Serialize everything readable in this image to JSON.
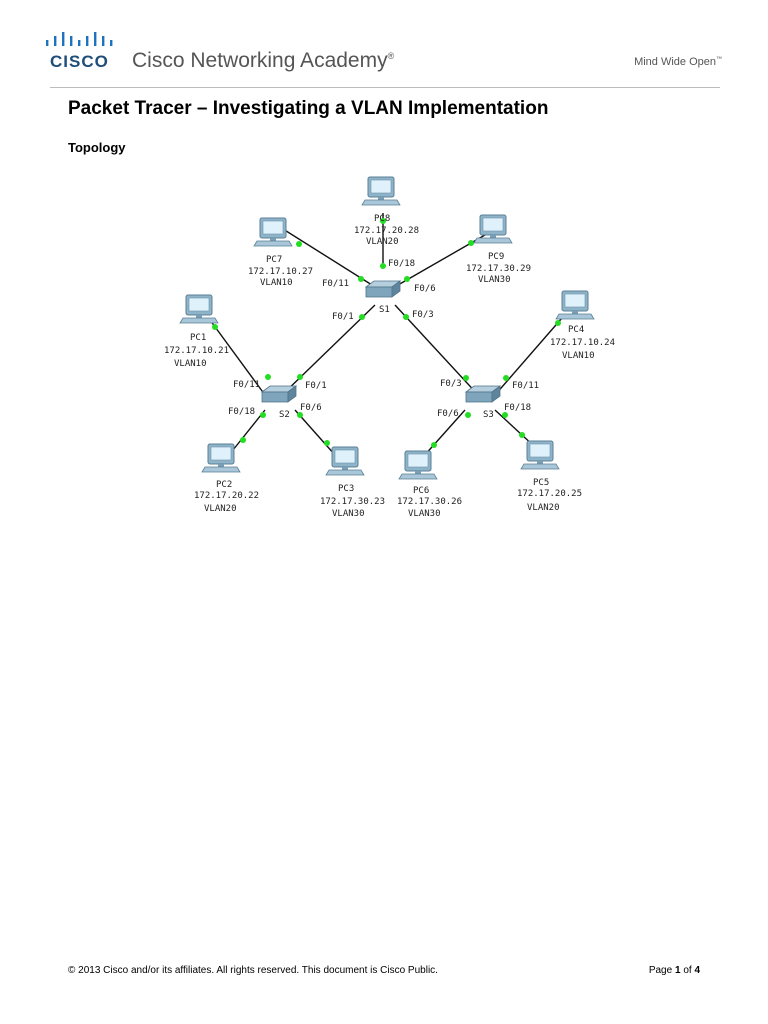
{
  "header": {
    "logo_text": "CISCO",
    "academy_title": "Cisco Networking Academy",
    "registered_mark": "®",
    "tagline": "Mind Wide Open",
    "tagline_mark": "™"
  },
  "document": {
    "title": "Packet Tracer – Investigating a VLAN Implementation",
    "section_heading": "Topology"
  },
  "topology": {
    "switches": [
      {
        "id": "s1",
        "label": "S1"
      },
      {
        "id": "s2",
        "label": "S2"
      },
      {
        "id": "s3",
        "label": "S3"
      }
    ],
    "pcs": [
      {
        "id": "pc8",
        "name": "PC8",
        "ip": "172.17.20.28",
        "vlan": "VLAN20"
      },
      {
        "id": "pc7",
        "name": "PC7",
        "ip": "172.17.10.27",
        "vlan": "VLAN10"
      },
      {
        "id": "pc9",
        "name": "PC9",
        "ip": "172.17.30.29",
        "vlan": "VLAN30"
      },
      {
        "id": "pc1",
        "name": "PC1",
        "ip": "172.17.10.21",
        "vlan": "VLAN10"
      },
      {
        "id": "pc4",
        "name": "PC4",
        "ip": "172.17.10.24",
        "vlan": "VLAN10"
      },
      {
        "id": "pc2",
        "name": "PC2",
        "ip": "172.17.20.22",
        "vlan": "VLAN20"
      },
      {
        "id": "pc3",
        "name": "PC3",
        "ip": "172.17.30.23",
        "vlan": "VLAN30"
      },
      {
        "id": "pc6",
        "name": "PC6",
        "ip": "172.17.30.26",
        "vlan": "VLAN30"
      },
      {
        "id": "pc5",
        "name": "PC5",
        "ip": "172.17.20.25",
        "vlan": "VLAN20"
      }
    ],
    "ports": {
      "s1_pc8": "F0/18",
      "s1_pc7": "F0/11",
      "s1_pc9": "F0/6",
      "s1_s2": "F0/1",
      "s1_s3": "F0/3",
      "s2_pc1": "F0/11",
      "s2_s1": "F0/1",
      "s2_pc2": "F0/18",
      "s2_pc3": "F0/6",
      "s3_s1": "F0/3",
      "s3_pc4": "F0/11",
      "s3_pc6": "F0/6",
      "s3_pc5": "F0/18"
    },
    "link_status_color": "#22dd22",
    "pc_color": "#8fb4c9",
    "switch_color": "#7fa5bd"
  },
  "footer": {
    "copyright": "© 2013 Cisco and/or its affiliates. All rights reserved. This document is Cisco Public.",
    "page_word": "Page",
    "page_current": "1",
    "page_of": "of",
    "page_total": "4"
  }
}
